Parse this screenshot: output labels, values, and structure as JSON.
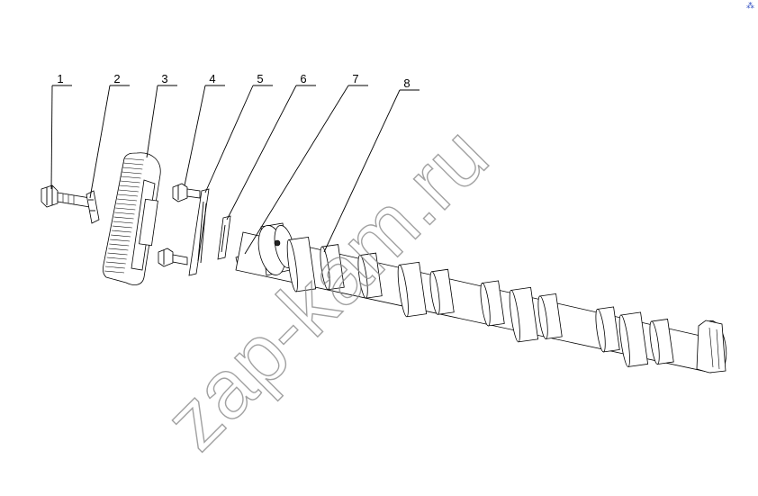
{
  "watermark": "zap-kam.ru",
  "corner_mark": "⁂",
  "callouts": [
    {
      "number": "1",
      "part": "bolt"
    },
    {
      "number": "2",
      "part": "washer-plate"
    },
    {
      "number": "3",
      "part": "camshaft-gear"
    },
    {
      "number": "4",
      "part": "bolt"
    },
    {
      "number": "5",
      "part": "thrust-plate"
    },
    {
      "number": "6",
      "part": "spacer-washer"
    },
    {
      "number": "7",
      "part": "key"
    },
    {
      "number": "8",
      "part": "camshaft"
    }
  ],
  "colors": {
    "line": "#000000",
    "watermark": "#8a8a8a",
    "background": "#ffffff"
  }
}
